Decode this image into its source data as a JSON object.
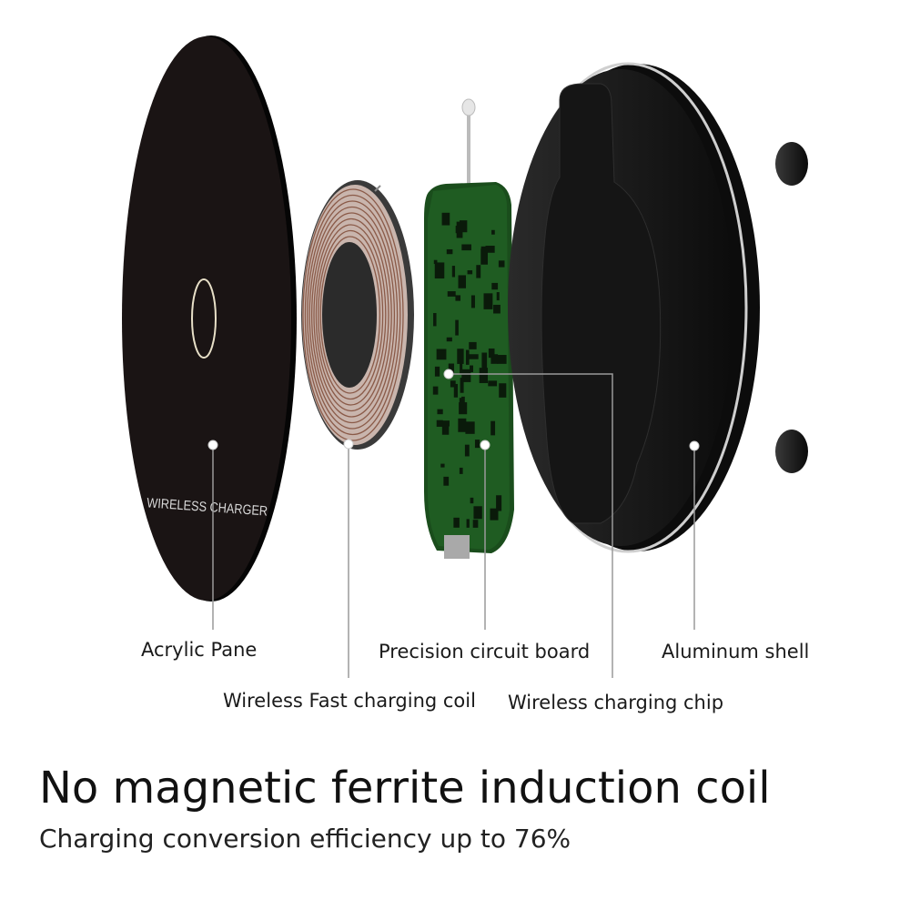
{
  "diagram": {
    "parts": [
      {
        "label": "Acrylic Pane"
      },
      {
        "label": "Wireless Fast charging coil"
      },
      {
        "label": "Precision circuit board"
      },
      {
        "label": "Wireless charging chip"
      },
      {
        "label": "Aluminum shell"
      }
    ],
    "pane_print": "WIRELESS CHARGER"
  },
  "headline": "No magnetic ferrite induction coil",
  "subheadline": "Charging conversion efficiency up to 76%",
  "colors": {
    "pcb": "#1f5c22",
    "coil": "#b88a78",
    "body": "#0f0d0d",
    "rim": "#c8c8c8"
  }
}
